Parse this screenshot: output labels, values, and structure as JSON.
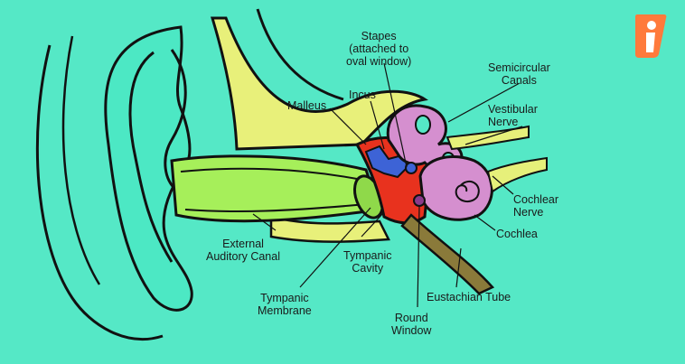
{
  "colors": {
    "background": "#55e8c6",
    "outer_ear_fill": "#4ce8c4",
    "canal_yellow": "#e8f07a",
    "canal_green": "#a6ef5a",
    "middle_ear_red": "#e8321e",
    "inner_ear_purple": "#d58fcf",
    "ossicle_blue": "#3d63d6",
    "nerve_yellow": "#e6f07a",
    "tube_brown": "#8a7a3a",
    "outline": "#111111",
    "logo": "#ff7a3c"
  },
  "labels": {
    "stapes": [
      "Stapes",
      "(attached to",
      "oval window)"
    ],
    "semicircular": [
      "Semicircular",
      "Canals"
    ],
    "vestibular": [
      "Vestibular",
      "Nerve"
    ],
    "malleus": "Malleus",
    "incus": "Incus",
    "cochlear": [
      "Cochlear",
      "Nerve"
    ],
    "cochlea": "Cochlea",
    "external": [
      "External",
      "Auditory Canal"
    ],
    "tympanic_cavity": [
      "Tympanic",
      "Cavity"
    ],
    "eustachian": "Eustachian Tube",
    "tympanic_membrane": [
      "Tympanic",
      "Membrane"
    ],
    "round_window": [
      "Round",
      "Window"
    ]
  },
  "logo_icon": "info-person-icon"
}
